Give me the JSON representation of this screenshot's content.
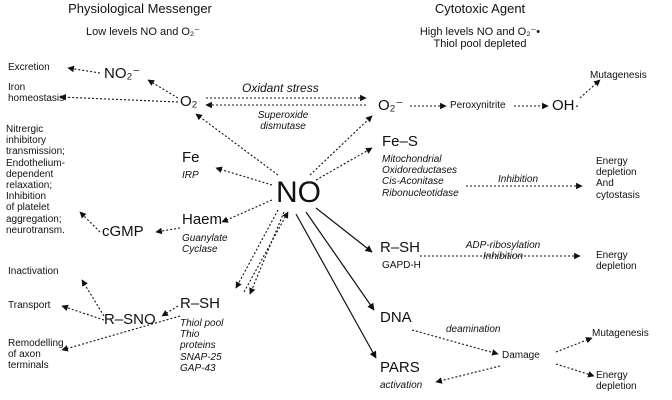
{
  "left_column": {
    "title": "Physiological Messenger",
    "subtitle": "Low levels NO and O₂⁻",
    "outputs": {
      "excretion": "Excretion",
      "iron_homeostasis": "Iron\nhomeostasis",
      "nitrergic": "Nitrergic\ninhibitory\ntransmission;\nEndothelium-\ndependent\nrelaxation;\nInhibition\nof platelet\naggregation;\nneurotransm.",
      "inactivation": "Inactivation",
      "transport": "Transport",
      "remodelling": "Remodelling\nof axon\nterminals"
    },
    "nodes": {
      "no2": "NO₂⁻",
      "o2": "O₂",
      "fe": "Fe",
      "fe_sub": "IRP",
      "cgmp": "cGMP",
      "haem": "Haem",
      "haem_sub": "Guanylate\nCyclase",
      "rsno": "R–SNO",
      "rsh": "R–SH",
      "rsh_sub": "Thiol pool\nThio\nproteins\nSNAP-25\nGAP-43"
    }
  },
  "center": {
    "no": "NO",
    "oxidant_stress": "Oxidant stress",
    "superoxide_dismutase": "Superoxide\ndismutase"
  },
  "right_column": {
    "title": "Cytotoxic Agent",
    "subtitle": "High levels NO and O₂⁻•\nThiol pool depleted",
    "nodes": {
      "o2_radical": "O₂⁻",
      "peroxynitrite": "Peroxynitrite",
      "oh": "OH·",
      "fes": "Fe–S",
      "fes_sub": "Mitochondrial\nOxidoreductases\nCis-Aconitase\nRibonucleotidase",
      "rsh": "R–SH",
      "rsh_sub": "GAPD-H",
      "dna": "DNA",
      "damage": "Damage",
      "pars": "PARS",
      "pars_sub": "activation"
    },
    "labels": {
      "inhibition": "Inhibition",
      "adp": "ADP-ribosylation\nInhibition",
      "deamination": "deamination"
    },
    "outputs": {
      "mutagenesis_top": "Mutagenesis",
      "energy_cytostasis": "Energy\ndepletion\nAnd\ncytostasis",
      "energy_depletion_1": "Energy\ndepletion",
      "mutagenesis_bottom": "Mutagenesis",
      "energy_depletion_2": "Energy\ndepletion"
    }
  },
  "colors": {
    "ink": "#111111",
    "background": "#ffffff"
  }
}
